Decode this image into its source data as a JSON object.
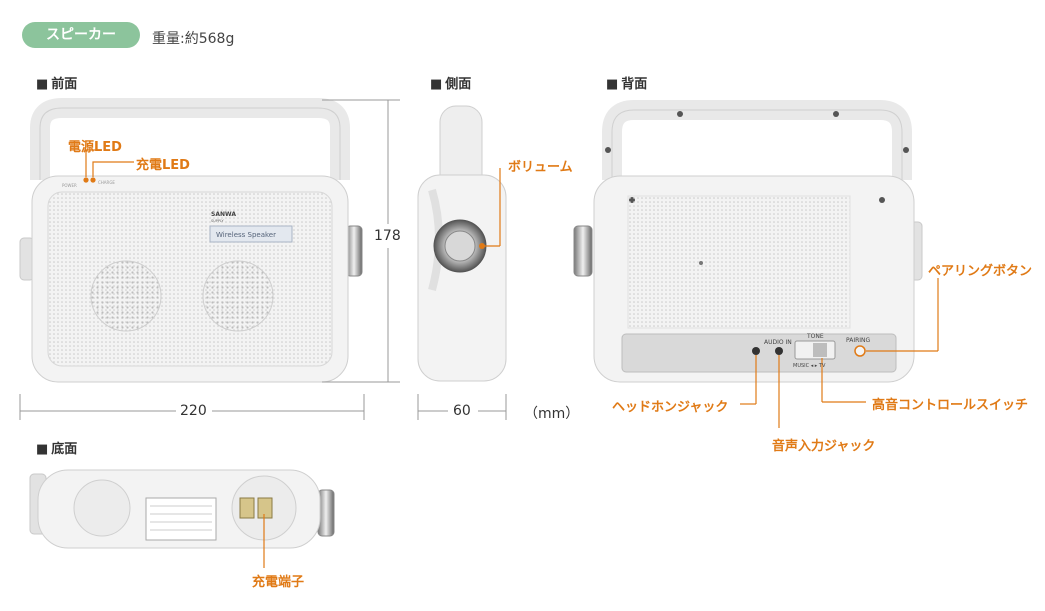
{
  "header": {
    "badge": "スピーカー",
    "weight": "重量:約568g"
  },
  "views": {
    "front": "前面",
    "side": "側面",
    "back": "背面",
    "bottom": "底面"
  },
  "callouts": {
    "power_led": "電源LED",
    "charge_led": "充電LED",
    "volume": "ボリューム",
    "pairing_button": "ペアリングボタン",
    "headphone_jack": "ヘッドホンジャック",
    "tone_switch": "高音コントロールスイッチ",
    "audio_in_jack": "音声入力ジャック",
    "charge_terminal": "充電端子"
  },
  "dimensions": {
    "height": "178",
    "width": "220",
    "depth": "60",
    "unit": "（mm）"
  },
  "device_labels": {
    "brand": "SANWA",
    "brand_sub": "SUPPLY",
    "model_label": "Wireless Speaker",
    "power_small": "POWER",
    "charge_small": "CHARGE",
    "audio_in": "AUDIO IN",
    "tone": "TONE",
    "music_tv": "MUSIC ◂ ▸ TV",
    "pairing": "PAIRING"
  },
  "colors": {
    "accent": "#e07a16",
    "badge": "#8cc49c",
    "device_body": "#f3f3f3",
    "device_grille": "#e6e6e6",
    "panel": "#d9d9d9"
  }
}
